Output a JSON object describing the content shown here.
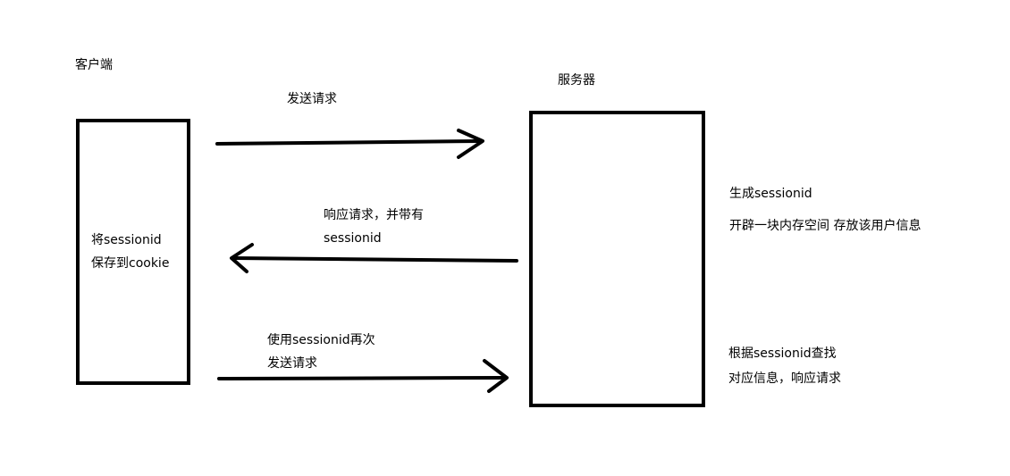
{
  "labels": {
    "client": "客户端",
    "server": "服务器",
    "send_request": "发送请求",
    "response_line1": "响应请求，并带有",
    "response_line2": "sessionid",
    "client_note_line1": "将sessionid",
    "client_note_line2": "保存到cookie",
    "server_note1_line1": "生成sessionid",
    "server_note1_line2": "开辟一块内存空间 存放该用户信息",
    "reuse_line1": "使用sessionid再次",
    "reuse_line2": "发送请求",
    "server_note2_line1": "根据sessionid查找",
    "server_note2_line2": "对应信息，响应请求"
  }
}
